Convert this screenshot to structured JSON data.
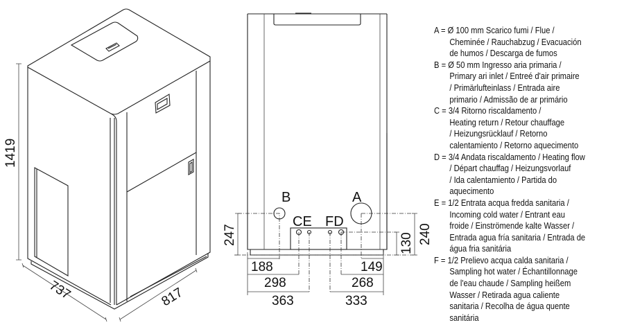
{
  "isometric": {
    "height_dim": "1419",
    "depth_dim": "737",
    "width_dim": "817"
  },
  "front_view": {
    "labels": {
      "A": "A",
      "B": "B",
      "CE": "CE",
      "FD": "FD"
    },
    "dims": {
      "d247": "247",
      "d240": "240",
      "d130": "130",
      "d188": "188",
      "d298": "298",
      "d363": "363",
      "d149": "149",
      "d268": "268",
      "d333": "333"
    }
  },
  "legend": [
    {
      "key": "A",
      "lines": [
        "A = Ø 100 mm Scarico fumi / Flue /",
        "Cheminée / Rauchabzug / Evacuación",
        "de humos / Descarga de fumos"
      ]
    },
    {
      "key": "B",
      "lines": [
        "B = Ø 50 mm Ingresso aria primaria /",
        "Primary ari inlet / Entreé d'air primaire",
        "/ Primärlufteinlass / Entrada aire",
        "primario / Admissão de ar primário"
      ]
    },
    {
      "key": "C",
      "lines": [
        "C = 3/4 Ritorno riscaldamento /",
        "Heating return / Retour chauffage",
        "/ Heizungsrücklauf / Retorno",
        "calentamiento / Retorno aquecimento"
      ]
    },
    {
      "key": "D",
      "lines": [
        "D = 3/4 Andata riscaldamento / Heating flow",
        "/ Départ chauffag / Heizungsvorlauf",
        "/ Ida calentamiento / Partida do",
        "aquecimento"
      ]
    },
    {
      "key": "E",
      "lines": [
        "E = 1/2 Entrata acqua fredda sanitaria /",
        "Incoming cold water / Entrant eau",
        "froide / Einströmende kalte Wasser /",
        "Entrada agua fría sanitaria / Entrada de",
        "água fria sanitária"
      ]
    },
    {
      "key": "F",
      "lines": [
        "F = 1/2  Prelievo acqua calda sanitaria /",
        "Sampling hot water / Échantillonnage",
        "de l'eau chaude / Sampling heißem",
        "Wasser / Retirada agua caliente",
        "sanitaria / Recolha de água quente",
        "sanitária"
      ]
    }
  ]
}
